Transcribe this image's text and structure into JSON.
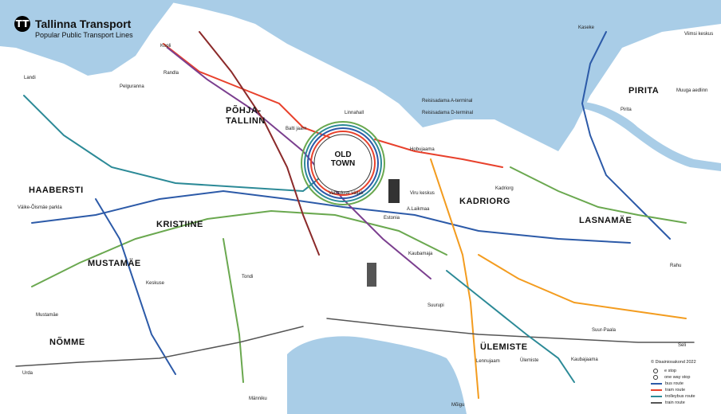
{
  "header": {
    "title": "Tallinna Transport",
    "subtitle": "Popular Public Transport Lines"
  },
  "colors": {
    "water": "#a9cde7",
    "tram": "#e8412c",
    "trolleybus": "#2c8a97",
    "bus_blue": "#2c5aa8",
    "bus_green": "#6aa84f",
    "bus_orange": "#f39c1f",
    "bus_purple": "#7b3f8f",
    "bus_darkred": "#8b2a2a",
    "train": "#555555"
  },
  "districts": [
    {
      "name": "HAABERSTI"
    },
    {
      "name": "KRISTIINE"
    },
    {
      "name": "MUSTAMÄE"
    },
    {
      "name": "NÕMME"
    },
    {
      "name": "PÕHJA-"
    },
    {
      "name": "TALLINN"
    },
    {
      "name": "KADRIORG"
    },
    {
      "name": "LASNAMÄE"
    },
    {
      "name": "PIRITA"
    },
    {
      "name": "ÜLEMISTE"
    }
  ],
  "old_town": {
    "line1": "OLD",
    "line2": "TOWN"
  },
  "stops": [
    {
      "name": "Kopli"
    },
    {
      "name": "Pelguranna"
    },
    {
      "name": "Randla"
    },
    {
      "name": "Balti jaam"
    },
    {
      "name": "Viru keskus"
    },
    {
      "name": "Kaubamaja"
    },
    {
      "name": "Estonia"
    },
    {
      "name": "A.Laikmaa"
    },
    {
      "name": "Kadriorg"
    },
    {
      "name": "Reisisadama A-terminal"
    },
    {
      "name": "Reisisadama D-terminal"
    },
    {
      "name": "Viimsi keskus"
    },
    {
      "name": "Muuga aedlinn"
    },
    {
      "name": "Keskuse"
    },
    {
      "name": "Landi"
    },
    {
      "name": "Urda"
    },
    {
      "name": "Mõigu"
    },
    {
      "name": "Seli"
    },
    {
      "name": "Suur-Paala"
    },
    {
      "name": "Tondi"
    },
    {
      "name": "Lennujaam"
    },
    {
      "name": "Ülemiste"
    },
    {
      "name": "Väike-Õismäe parkla"
    },
    {
      "name": "Mustamäe"
    },
    {
      "name": "Männiku"
    },
    {
      "name": "Kaubajaama"
    },
    {
      "name": "Kaseke"
    },
    {
      "name": "Rahu"
    },
    {
      "name": "Pirita"
    },
    {
      "name": "Linnahall"
    },
    {
      "name": "Vabaduse väljak"
    },
    {
      "name": "Hobujaama"
    },
    {
      "name": "Suurupi"
    }
  ],
  "legend": {
    "copyright": "© Disainiosakond 2022",
    "items": [
      {
        "label": "e stop",
        "kind": "dot"
      },
      {
        "label": "one way stop",
        "kind": "dot"
      },
      {
        "label": "bus route",
        "kind": "line",
        "color": "#2c5aa8"
      },
      {
        "label": "tram route",
        "kind": "line",
        "color": "#e8412c"
      },
      {
        "label": "trolleybus route",
        "kind": "line",
        "color": "#2c8a97"
      },
      {
        "label": "train route",
        "kind": "line",
        "color": "#555555"
      }
    ]
  }
}
